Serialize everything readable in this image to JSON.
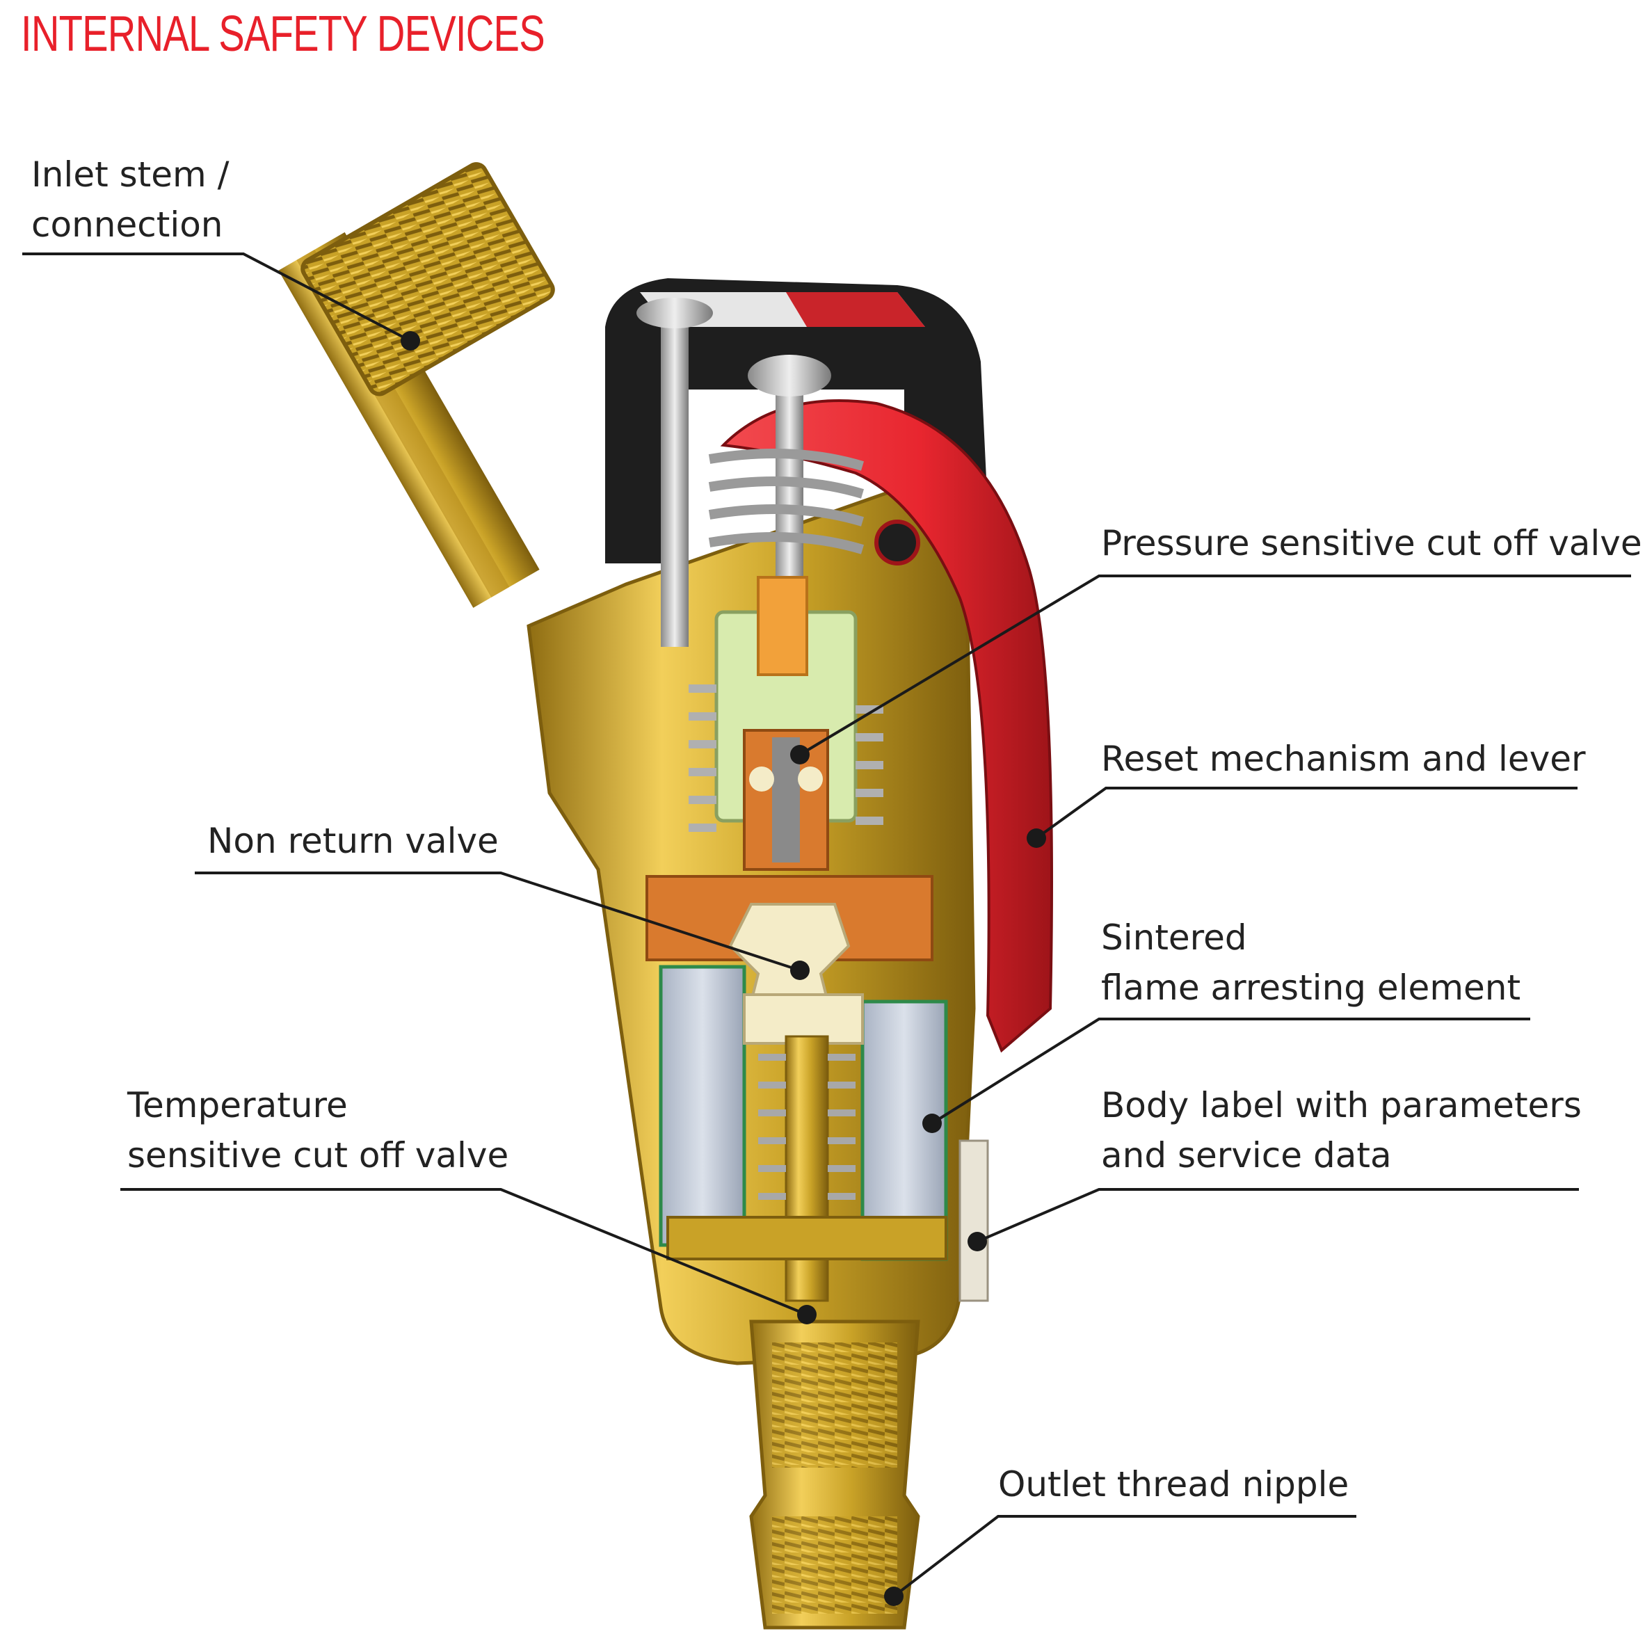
{
  "title": "INTERNAL SAFETY DEVICES",
  "colors": {
    "title": "#e8202a",
    "brass": "#c9a227",
    "brass_dark": "#8f6d12",
    "brass_light": "#f2cf5a",
    "lever_red": "#e8262f",
    "lever_dark": "#9e1419",
    "cap_black": "#1e1e1e",
    "filter_grey": "#c7cfdc",
    "orange_part": "#d97a2e",
    "steel": "#c8c8c8",
    "leader": "#1a1a1a"
  },
  "labels": {
    "inlet": [
      "Inlet stem /",
      "connection"
    ],
    "pressure": [
      "Pressure sensitive cut off valve"
    ],
    "reset": [
      "Reset mechanism and lever"
    ],
    "nonreturn": [
      "Non return valve"
    ],
    "sintered": [
      "Sintered",
      "flame arresting element"
    ],
    "temperature": [
      "Temperature",
      "sensitive cut off valve"
    ],
    "bodylabel": [
      "Body label with parameters",
      "and service data"
    ],
    "outlet": [
      "Outlet thread nipple"
    ]
  }
}
